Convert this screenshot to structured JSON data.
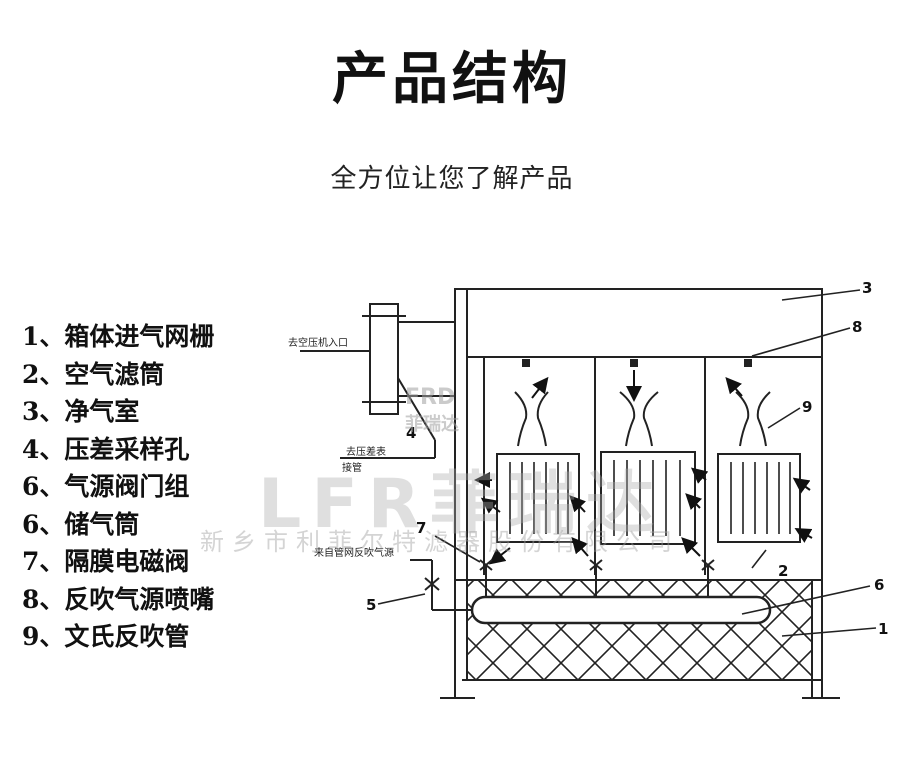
{
  "header": {
    "title": "产品结构",
    "subtitle": "全方位让您了解产品"
  },
  "legend": [
    {
      "num": "1、",
      "label": "箱体进气网栅"
    },
    {
      "num": "2、",
      "label": "空气滤筒"
    },
    {
      "num": "3、",
      "label": "净气室"
    },
    {
      "num": "4、",
      "label": "压差采样孔"
    },
    {
      "num": "6、",
      "label": "气源阀门组"
    },
    {
      "num": "6、",
      "label": "储气筒"
    },
    {
      "num": "7、",
      "label": "隔膜电磁阀"
    },
    {
      "num": "8、",
      "label": "反吹气源喷嘴"
    },
    {
      "num": "9、",
      "label": "文氏反吹管"
    }
  ],
  "diagram": {
    "callouts": [
      "3",
      "8",
      "9",
      "4",
      "7",
      "5",
      "2",
      "6",
      "1"
    ],
    "labels": {
      "compressor_inlet": "去空压机入口",
      "to_pressure_gauge": "去压差表",
      "tube": "接管",
      "from_pulse_source": "来自管网反吹气源"
    }
  },
  "watermark": {
    "icon_text": "FRD",
    "brand": "菲瑞达",
    "logo_text": "LFR菲瑞达",
    "company": "新乡市利菲尔特滤器股份有限公司"
  }
}
